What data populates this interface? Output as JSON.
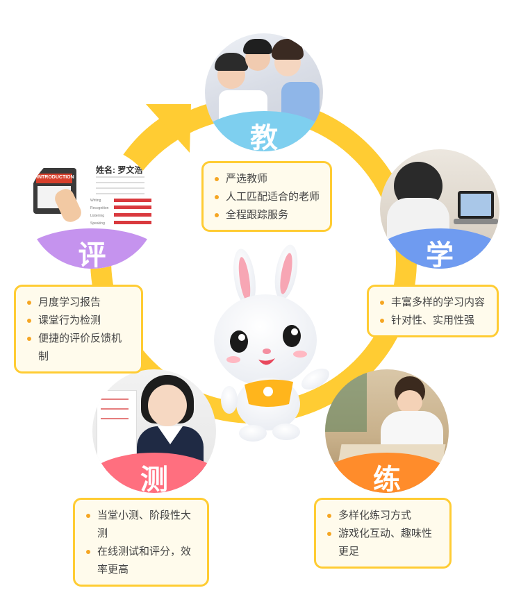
{
  "stages": {
    "teach": {
      "label": "教",
      "color": "#7ecfef",
      "points": [
        "严选教师",
        "人工匹配适合的老师",
        "全程跟踪服务"
      ]
    },
    "learn": {
      "label": "学",
      "color": "#6f9bf0",
      "points": [
        "丰富多样的学习内容",
        "针对性、实用性强"
      ]
    },
    "practice": {
      "label": "练",
      "color": "#ff8c2b",
      "points": [
        "多样化练习方式",
        "游戏化互动、趣味性更足"
      ]
    },
    "test": {
      "label": "测",
      "color": "#ff6f7f",
      "points": [
        "当堂小测、阶段性大测",
        "在线测试和评分，效率更高"
      ]
    },
    "evaluate": {
      "label": "评",
      "color": "#c593ee",
      "points": [
        "月度学习报告",
        "课堂行为检测",
        "便捷的评价反馈机制"
      ]
    }
  },
  "report": {
    "name": "姓名: 罗文浩",
    "book_title": "INTRODUCTION",
    "skills": [
      "Writing",
      "Recognition",
      "Listening",
      "Speaking"
    ]
  },
  "colors": {
    "ring": "#ffcc33",
    "card_bg": "#fffbec",
    "bullet": "#f5a623"
  }
}
